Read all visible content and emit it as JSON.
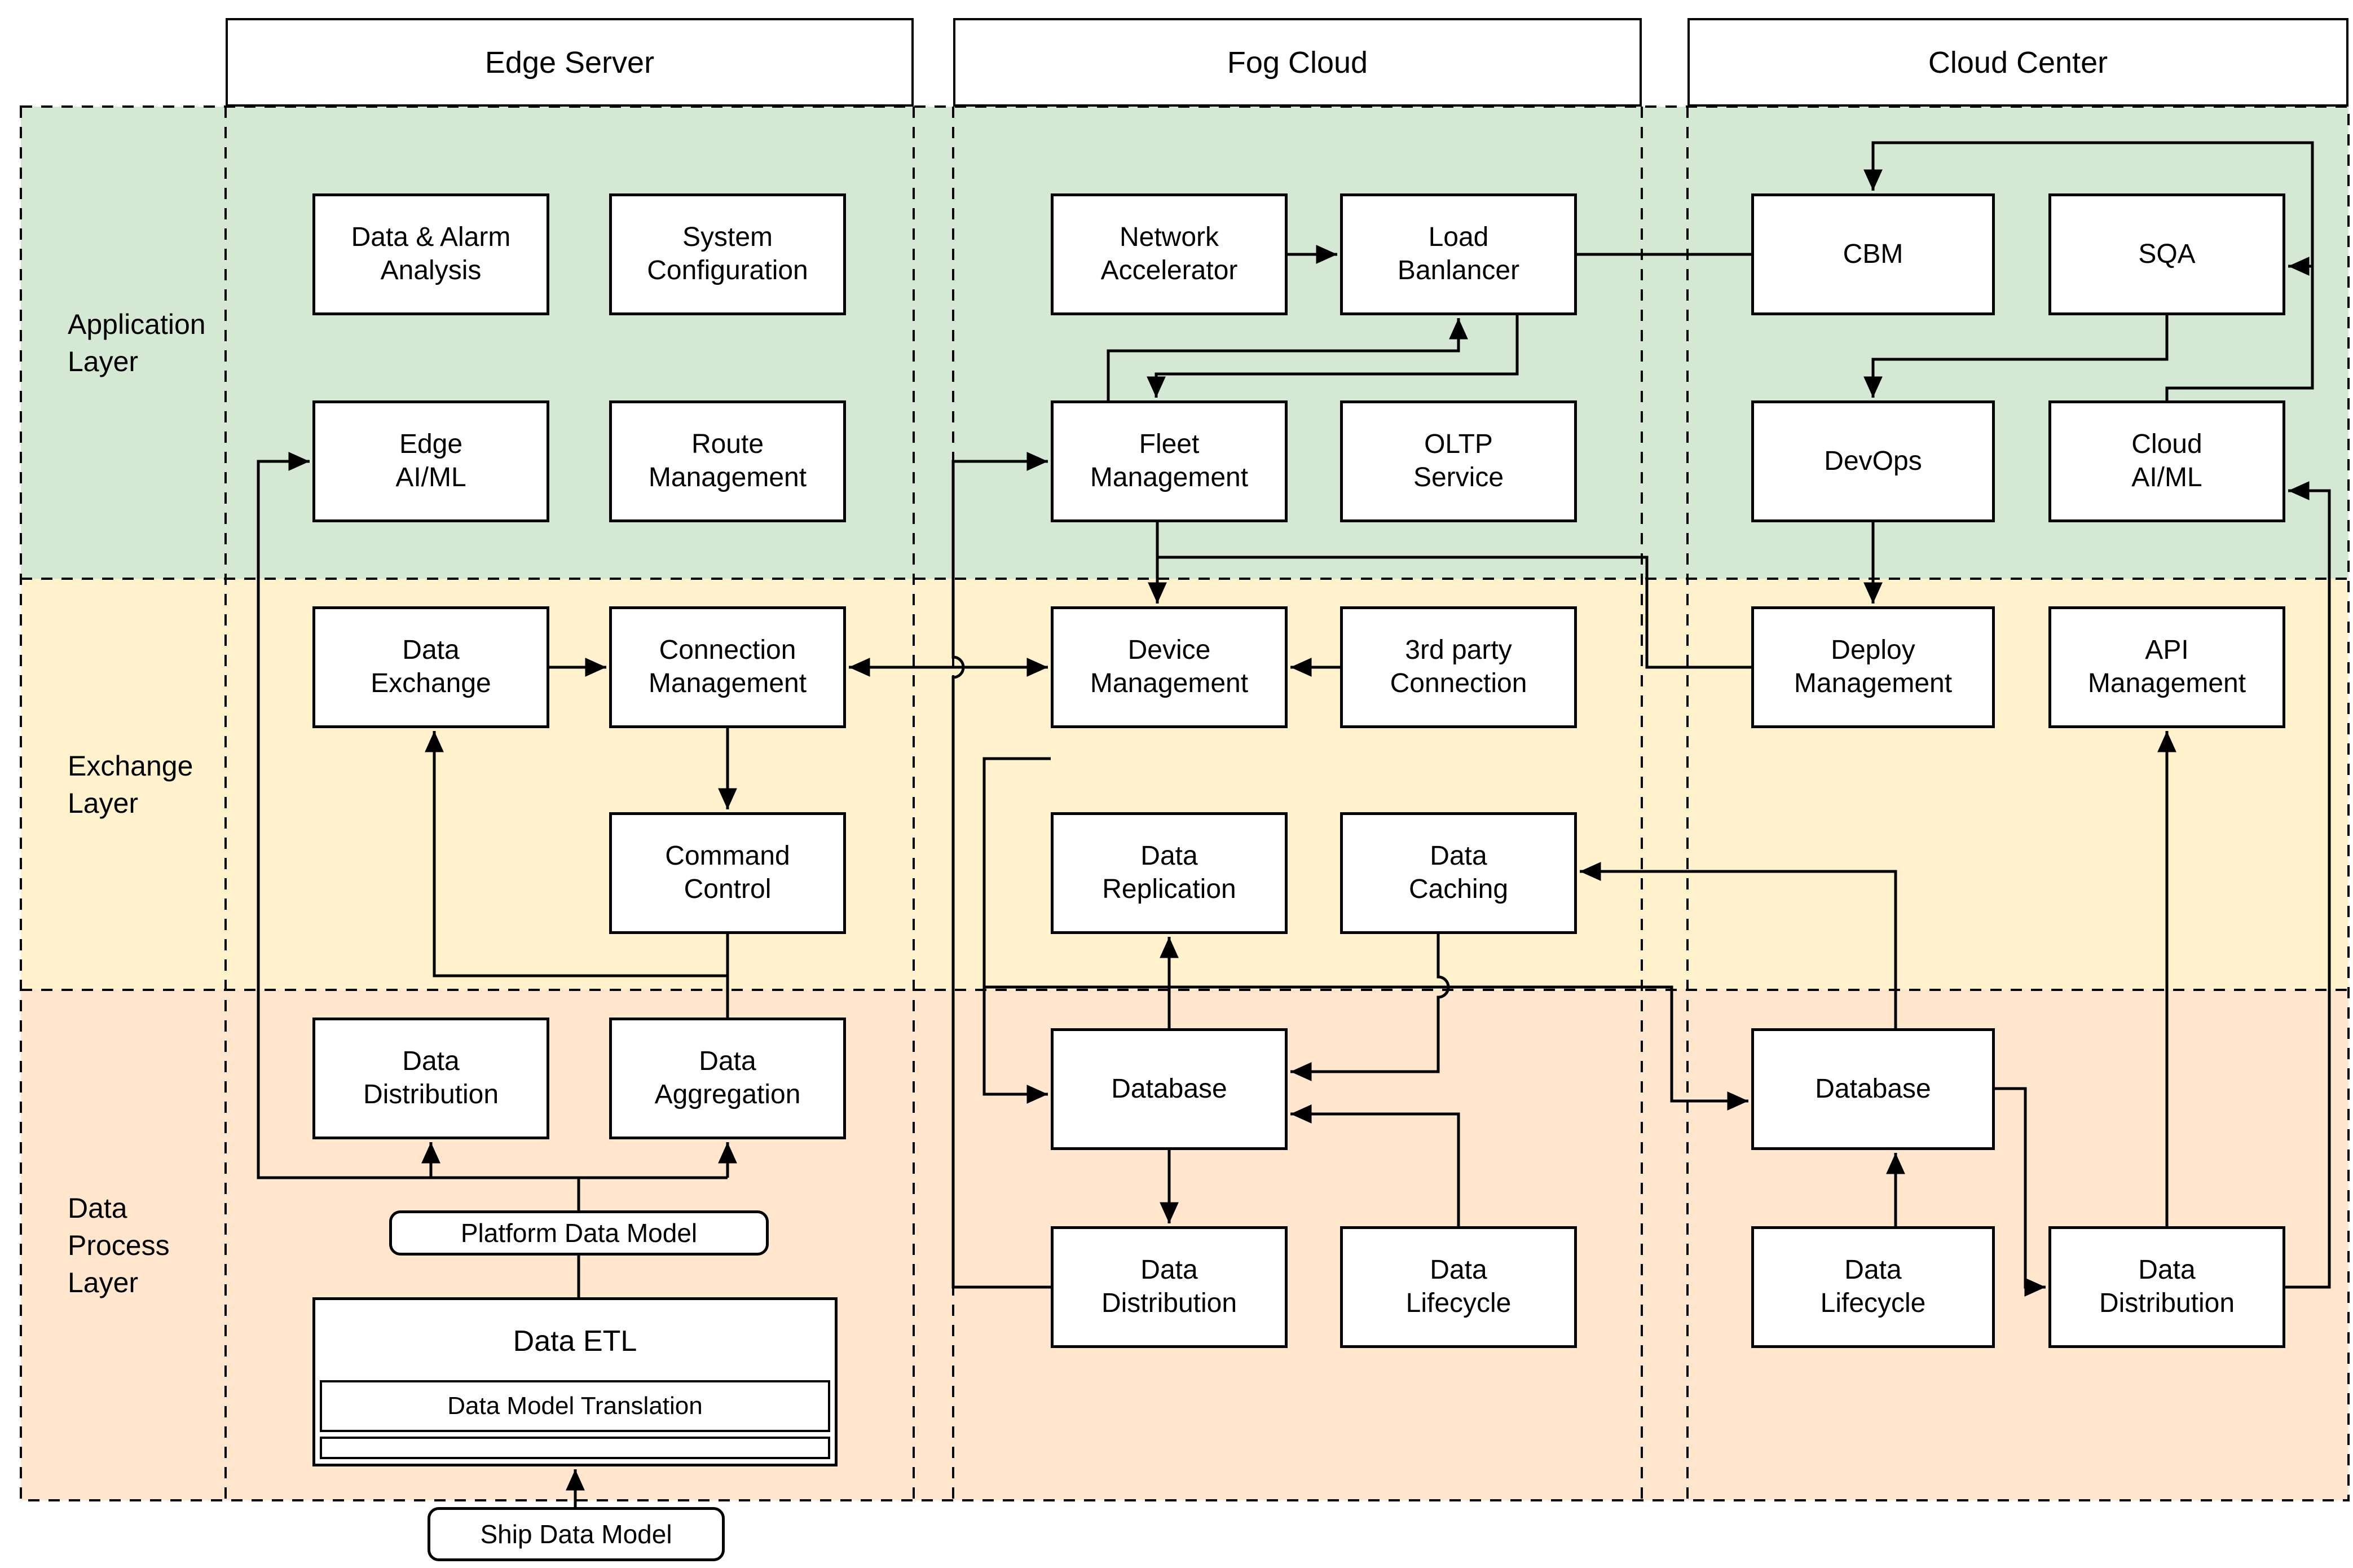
{
  "headers": {
    "edge_server": "Edge Server",
    "fog_cloud": "Fog Cloud",
    "cloud_center": "Cloud Center"
  },
  "layers": {
    "application": "Application\nLayer",
    "exchange": "Exchange\nLayer",
    "data_process": "Data\nProcess\nLayer"
  },
  "colors": {
    "application_band": "#d5e8d4",
    "exchange_band": "#fff2cc",
    "data_process_band": "#ffe6cc",
    "box_fill": "#ffffff",
    "line": "#000000"
  },
  "boxes": {
    "data_alarm": "Data & Alarm\nAnalysis",
    "sys_config": "System\nConfiguration",
    "edge_aiml": "Edge\nAI/ML",
    "route_mgmt": "Route\nManagement",
    "data_exchange": "Data\nExchange",
    "conn_mgmt": "Connection\nManagement",
    "cmd_ctrl": "Command\nControl",
    "data_dist_edge": "Data\nDistribution",
    "data_agg": "Data\nAggregation",
    "platform_data_model": "Platform Data Model",
    "data_etl_title": "Data ETL",
    "data_model_translation": "Data Model Translation",
    "ship_data_model": "Ship Data Model",
    "net_acc": "Network\nAccelerator",
    "load_balancer": "Load\nBanlancer",
    "fleet_mgmt": "Fleet\nManagement",
    "oltp": "OLTP\nService",
    "device_mgmt": "Device\nManagement",
    "third_party": "3rd party\nConnection",
    "data_replication": "Data\nReplication",
    "data_caching": "Data\nCaching",
    "database_fog": "Database",
    "data_dist_fog": "Data\nDistribution",
    "data_lifecycle_fog": "Data\nLifecycle",
    "cbm": "CBM",
    "sqa": "SQA",
    "devops": "DevOps",
    "cloud_aiml": "Cloud\nAI/ML",
    "deploy_mgmt": "Deploy\nManagement",
    "api_mgmt": "API\nManagement",
    "database_cloud": "Database",
    "data_lifecycle_cloud": "Data\nLifecycle",
    "data_dist_cloud": "Data\nDistribution"
  },
  "edges": [
    {
      "from": "platform-data-model",
      "to": "edge-ai-ml",
      "arrow": true
    },
    {
      "from": "platform-data-model",
      "to": "data-distribution-edge",
      "arrow": true
    },
    {
      "from": "platform-data-model",
      "to": "data-aggregation",
      "arrow": true
    },
    {
      "from": "data-etl",
      "to": "platform-data-model",
      "arrow": false
    },
    {
      "from": "ship-data-model",
      "to": "data-etl",
      "arrow": true
    },
    {
      "from": "data-exchange",
      "to": "connection-management",
      "arrow": true
    },
    {
      "from": "connection-management",
      "to": "device-management",
      "bidirectional": true
    },
    {
      "from": "connection-management",
      "to": "command-control",
      "arrow": true
    },
    {
      "from": "data-aggregation",
      "to": "data-exchange",
      "arrow": true
    },
    {
      "from": "data-aggregation",
      "to": "command-control",
      "arrow": false
    },
    {
      "from": "network-accelerator",
      "to": "load-banlancer",
      "arrow": true
    },
    {
      "from": "fleet-management",
      "to": "load-banlancer",
      "arrow": true
    },
    {
      "from": "cbm",
      "to": "fleet-management",
      "arrow": true
    },
    {
      "from": "data-distribution-fog",
      "to": "fleet-management",
      "arrow": true
    },
    {
      "from": "fleet-management",
      "to": "device-management",
      "arrow": true
    },
    {
      "from": "fleet-management",
      "to": "deploy-management",
      "arrow": false
    },
    {
      "from": "3rd-party-connection",
      "to": "device-management",
      "arrow": true
    },
    {
      "from": "device-management",
      "to": "database-fog",
      "arrow": true
    },
    {
      "from": "database-fog",
      "to": "data-replication",
      "arrow": true
    },
    {
      "from": "data-caching",
      "to": "database-fog",
      "arrow": true
    },
    {
      "from": "data-lifecycle-fog",
      "to": "database-fog",
      "arrow": true
    },
    {
      "from": "database-fog",
      "to": "data-distribution-fog",
      "arrow": true
    },
    {
      "from": "database-fog",
      "to": "database-cloud",
      "arrow": true
    },
    {
      "from": "cloud-ai-ml",
      "to": "cbm",
      "arrow": true
    },
    {
      "from": "cloud-ai-ml",
      "to": "sqa",
      "arrow": true
    },
    {
      "from": "sqa",
      "to": "devops",
      "arrow": true
    },
    {
      "from": "devops",
      "to": "deploy-management",
      "arrow": true
    },
    {
      "from": "database-cloud",
      "to": "data-caching",
      "arrow": true
    },
    {
      "from": "data-lifecycle-cloud",
      "to": "database-cloud",
      "arrow": true
    },
    {
      "from": "database-cloud",
      "to": "data-distribution-cloud",
      "arrow": true
    },
    {
      "from": "data-distribution-cloud",
      "to": "api-management",
      "arrow": true
    },
    {
      "from": "data-distribution-cloud",
      "to": "cloud-ai-ml",
      "arrow": true
    }
  ]
}
